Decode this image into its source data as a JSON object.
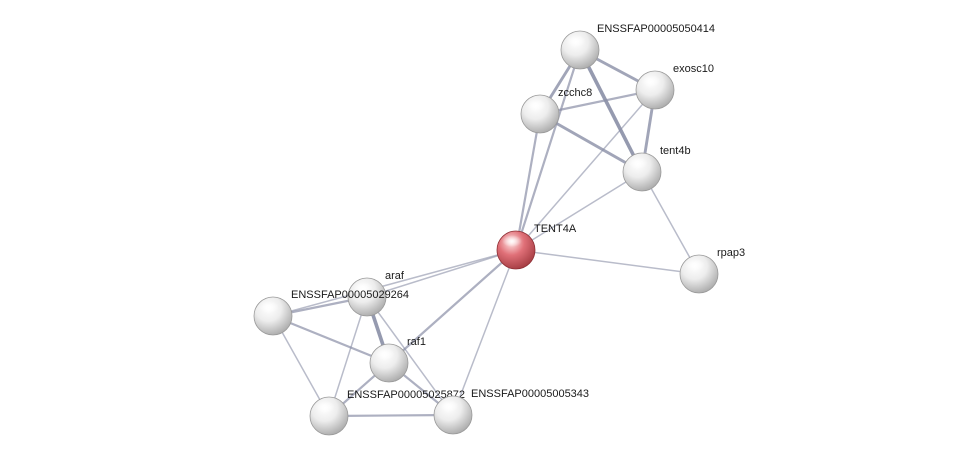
{
  "colors": {
    "query_node": "#d9545c",
    "neighbor_node": "#dcdcdc",
    "edge": "#8a8fa6"
  },
  "nodes": [
    {
      "id": "tent4a",
      "label": "TENT4A",
      "query": true
    },
    {
      "id": "ensp50414",
      "label": "ENSSFAP00005050414",
      "query": false
    },
    {
      "id": "exosc10",
      "label": "exosc10",
      "query": false
    },
    {
      "id": "zcchc8",
      "label": "zcchc8",
      "query": false
    },
    {
      "id": "tent4b",
      "label": "tent4b",
      "query": false
    },
    {
      "id": "rpap3",
      "label": "rpap3",
      "query": false
    },
    {
      "id": "araf",
      "label": "araf",
      "query": false
    },
    {
      "id": "ensp29264",
      "label": "ENSSFAP00005029264",
      "query": false
    },
    {
      "id": "raf1",
      "label": "raf1",
      "query": false
    },
    {
      "id": "ensp25872",
      "label": "ENSSFAP00005025872",
      "query": false
    },
    {
      "id": "ensp05343",
      "label": "ENSSFAP00005005343",
      "query": false
    }
  ],
  "edges": [
    {
      "source": "ensp50414",
      "target": "exosc10",
      "strength": 3
    },
    {
      "source": "ensp50414",
      "target": "zcchc8",
      "strength": 3
    },
    {
      "source": "ensp50414",
      "target": "tent4b",
      "strength": 4
    },
    {
      "source": "ensp50414",
      "target": "tent4a",
      "strength": 2
    },
    {
      "source": "exosc10",
      "target": "zcchc8",
      "strength": 2
    },
    {
      "source": "exosc10",
      "target": "tent4b",
      "strength": 3
    },
    {
      "source": "exosc10",
      "target": "tent4a",
      "strength": 1
    },
    {
      "source": "zcchc8",
      "target": "tent4b",
      "strength": 3
    },
    {
      "source": "zcchc8",
      "target": "tent4a",
      "strength": 2
    },
    {
      "source": "tent4b",
      "target": "tent4a",
      "strength": 1
    },
    {
      "source": "tent4b",
      "target": "rpap3",
      "strength": 1
    },
    {
      "source": "tent4a",
      "target": "rpap3",
      "strength": 1
    },
    {
      "source": "tent4a",
      "target": "araf",
      "strength": 1
    },
    {
      "source": "tent4a",
      "target": "ensp29264",
      "strength": 1
    },
    {
      "source": "tent4a",
      "target": "raf1",
      "strength": 2
    },
    {
      "source": "tent4a",
      "target": "ensp05343",
      "strength": 1
    },
    {
      "source": "araf",
      "target": "ensp29264",
      "strength": 2
    },
    {
      "source": "araf",
      "target": "raf1",
      "strength": 4
    },
    {
      "source": "araf",
      "target": "ensp25872",
      "strength": 1
    },
    {
      "source": "araf",
      "target": "ensp05343",
      "strength": 1
    },
    {
      "source": "ensp29264",
      "target": "raf1",
      "strength": 2
    },
    {
      "source": "ensp29264",
      "target": "ensp25872",
      "strength": 1
    },
    {
      "source": "raf1",
      "target": "ensp25872",
      "strength": 2
    },
    {
      "source": "raf1",
      "target": "ensp05343",
      "strength": 2
    },
    {
      "source": "ensp25872",
      "target": "ensp05343",
      "strength": 2
    }
  ]
}
